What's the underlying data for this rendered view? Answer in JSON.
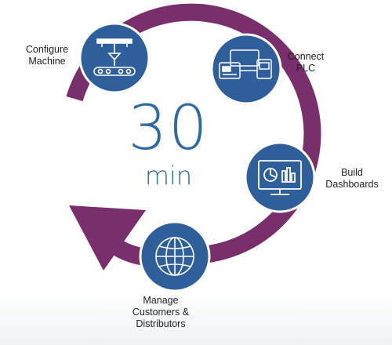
{
  "colors": {
    "arc": "#7a2f6d",
    "circle": "#2f5f9a",
    "circle_ring": "#ffffff",
    "time_text": "#2f6aa6"
  },
  "time": {
    "value": "30",
    "unit": "min"
  },
  "steps": [
    {
      "label": "Configure\nMachine",
      "icon": "machine-icon"
    },
    {
      "label": "Connect\nPLC",
      "icon": "plc-icon"
    },
    {
      "label": "Build\nDashboards",
      "icon": "dashboard-icon"
    },
    {
      "label": "Manage\nCustomers &\nDistributors",
      "icon": "globe-icon"
    }
  ]
}
